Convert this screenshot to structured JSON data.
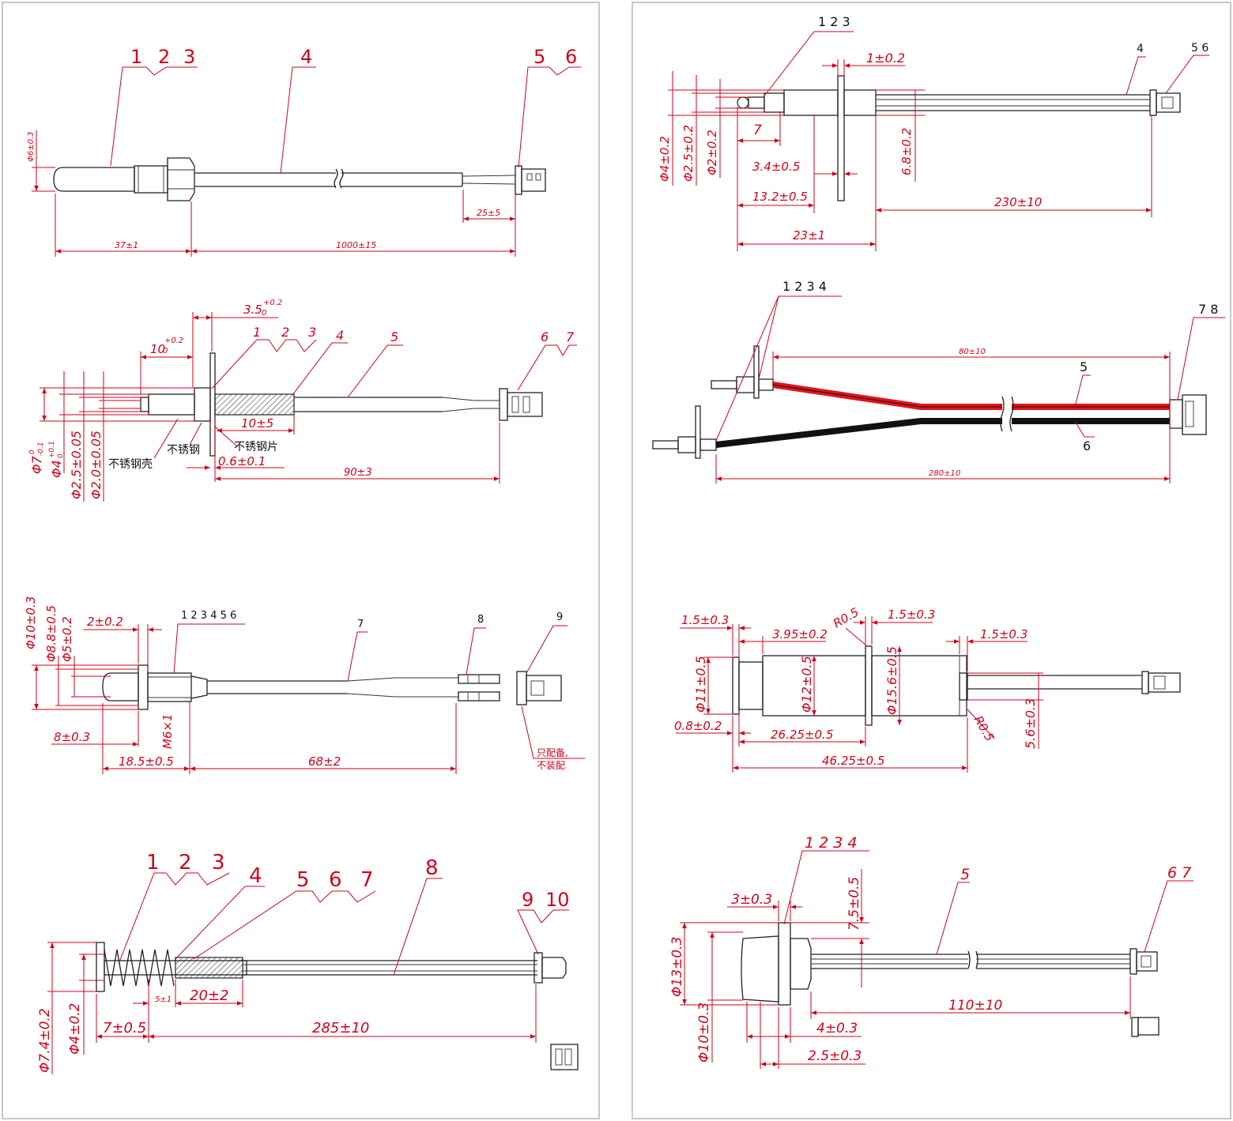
{
  "panels": {
    "p1": {
      "balloons": [
        "1",
        "2",
        "3",
        "4",
        "5",
        "6"
      ],
      "dims": {
        "dia": "Φ6±0.3",
        "probe_len": "37±1",
        "cable_len": "1000±15",
        "strip": "25±5"
      }
    },
    "p2": {
      "balloons": [
        "1",
        "2",
        "3",
        "4",
        "5",
        "6",
        "7"
      ],
      "dims": {
        "flange_t": "3.5",
        "flange_tol": "+0.2",
        "flange_tol0": "0",
        "tip_len": "10",
        "tip_tol": "+0.2",
        "tip_tol0": "0",
        "d7": "Φ7",
        "d7tol": "0",
        "d7tol2": "-0.1",
        "d4": "Φ4",
        "d4tol": "+0.1",
        "d4tol2": "0",
        "d25": "Φ2.5±0.05",
        "d20": "Φ2.0±0.05",
        "sleeve": "10±5",
        "plate": "0.6±0.1",
        "cable": "90±3"
      },
      "notes": {
        "shell": "不锈钢壳",
        "steel": "不锈钢",
        "sheet": "不锈钢片"
      }
    },
    "p3": {
      "balloons": [
        "1 2 3 4 5 6",
        "7",
        "8",
        "9"
      ],
      "dims": {
        "d10": "Φ10±0.3",
        "d88": "Φ8.8±0.5",
        "d5": "Φ5±0.2",
        "flange": "2±0.2",
        "m6": "M6×1",
        "tip": "8±0.3",
        "body": "18.5±0.5",
        "cable": "68±2"
      },
      "notes": {
        "n1": "只配备,",
        "n2": "不装配"
      }
    },
    "p4": {
      "balloons": [
        "1",
        "2",
        "3",
        "4",
        "5",
        "6",
        "7",
        "8",
        "9",
        "10"
      ],
      "dims": {
        "d74": "Φ7.4±0.2",
        "d4": "Φ4±0.2",
        "spring": "7±0.5",
        "gap": "5±1",
        "sleeve": "20±2",
        "cable": "285±10"
      }
    },
    "p5": {
      "balloons": [
        "1 2 3",
        "4",
        "5 6"
      ],
      "dims": {
        "d4": "Φ4±0.2",
        "d25": "Φ2.5±0.2",
        "d2": "Φ2±0.2",
        "flange": "1±0.2",
        "tip": "7",
        "a": "3.4±0.5",
        "b": "13.2±0.5",
        "c": "23±1",
        "h": "6.8±0.2",
        "cable": "230±10"
      }
    },
    "p6": {
      "balloons": [
        "1 2 3 4",
        "5",
        "6",
        "7 8"
      ],
      "dims": {
        "short": "80±10",
        "long": "280±10"
      }
    },
    "p7": {
      "dims": {
        "a": "1.5±0.3",
        "b": "3.95±0.2",
        "r1": "R0.5",
        "c": "1.5±0.3",
        "d": "1.5±0.3",
        "d11": "Φ11±0.5",
        "d12": "Φ12±0.5",
        "d156": "Φ15.6±0.5",
        "r2": "R0.5",
        "h": "5.6±0.3",
        "e": "0.8±0.2",
        "f": "26.25±0.5",
        "g": "46.25±0.5"
      }
    },
    "p8": {
      "balloons": [
        "1 2 3 4",
        "5",
        "6 7"
      ],
      "dims": {
        "t": "3±0.3",
        "h": "7.5±0.5",
        "d13": "Φ13±0.3",
        "d10": "Φ10±0.3",
        "cable": "110±10",
        "a": "4±0.3",
        "b": "2.5±0.3"
      }
    }
  },
  "colors": {
    "dimension": "#d0021b",
    "outline": "#222222",
    "red_wire": "#e0141e",
    "black_wire": "#111111",
    "frame": "#c8c8c8"
  }
}
